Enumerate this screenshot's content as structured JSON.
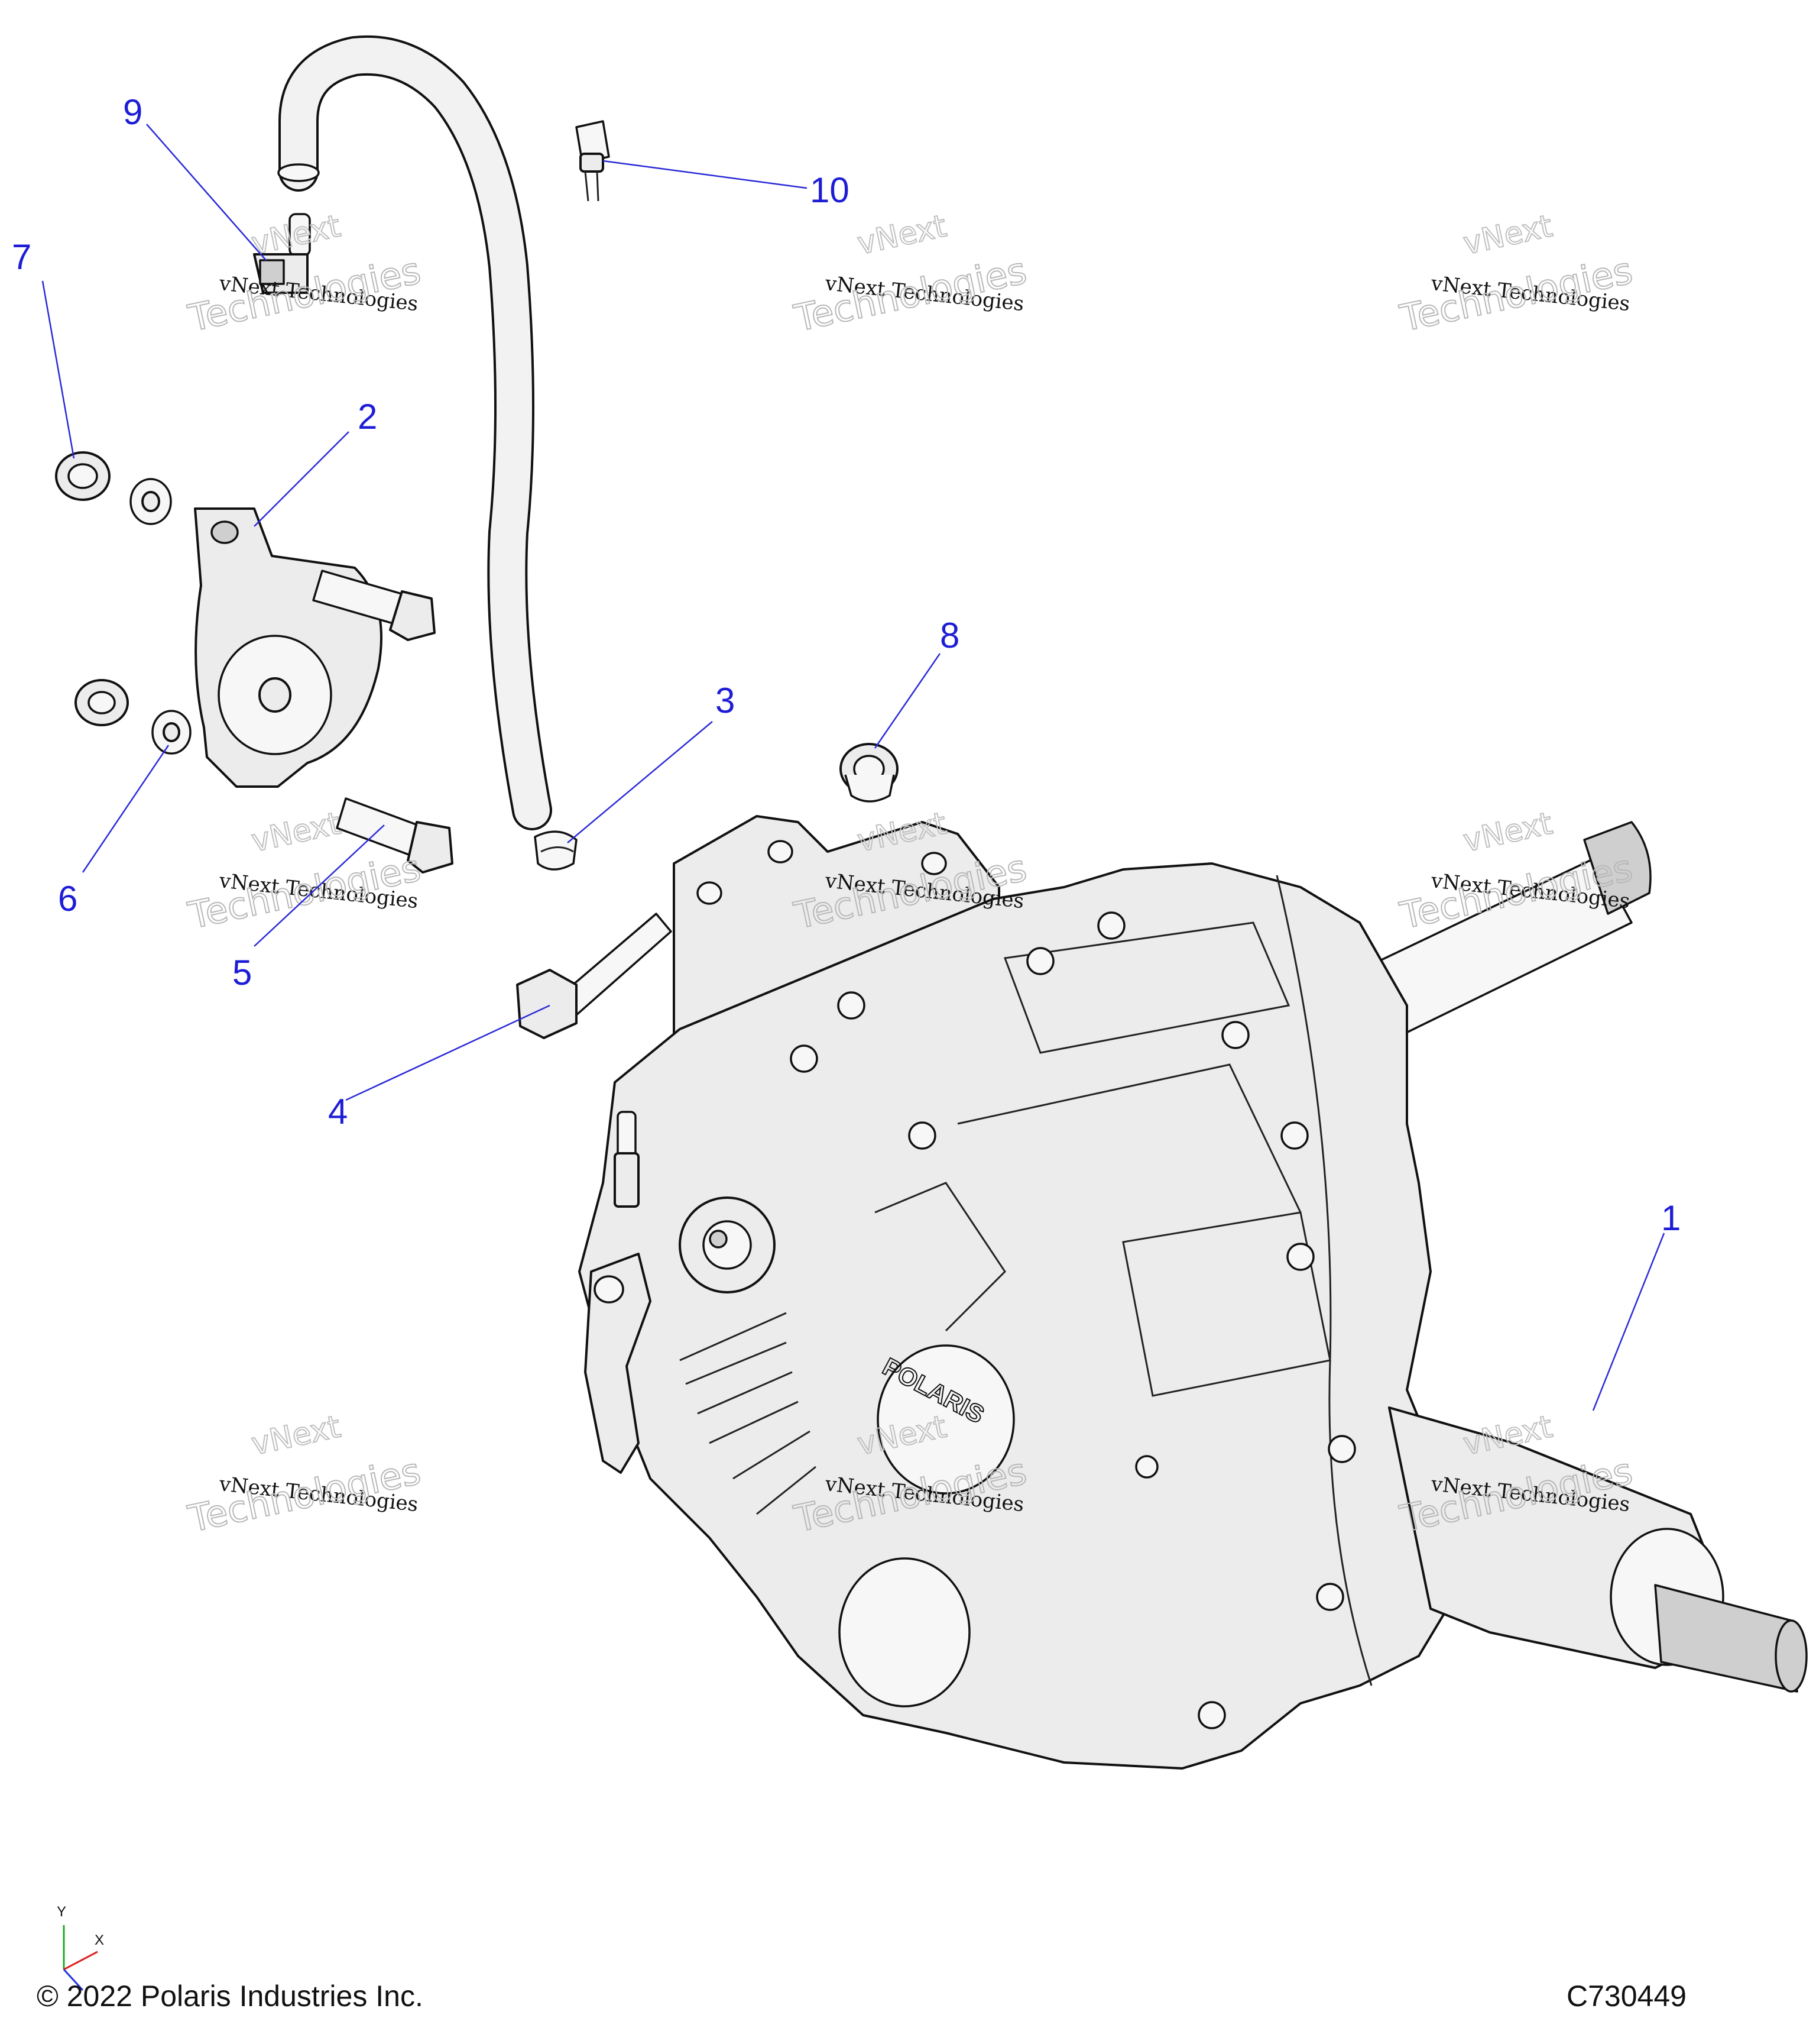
{
  "callouts": [
    {
      "id": "1",
      "label": "1"
    },
    {
      "id": "2",
      "label": "2"
    },
    {
      "id": "3",
      "label": "3"
    },
    {
      "id": "4",
      "label": "4"
    },
    {
      "id": "5",
      "label": "5"
    },
    {
      "id": "6",
      "label": "6"
    },
    {
      "id": "7",
      "label": "7"
    },
    {
      "id": "8",
      "label": "8"
    },
    {
      "id": "9",
      "label": "9"
    },
    {
      "id": "10",
      "label": "10"
    }
  ],
  "watermark": {
    "line1": "vNext Technologies",
    "line2": "Technologies",
    "top": "vNext"
  },
  "engraved_logo": "POLARIS",
  "axis": {
    "y": "Y",
    "x": "X"
  },
  "footer": {
    "copyright": "© 2022 Polaris Industries Inc.",
    "drawing_id": "C730449"
  },
  "colors": {
    "callout": "#1d1dd6",
    "line": "#111111",
    "part_fill": "#ececec"
  }
}
